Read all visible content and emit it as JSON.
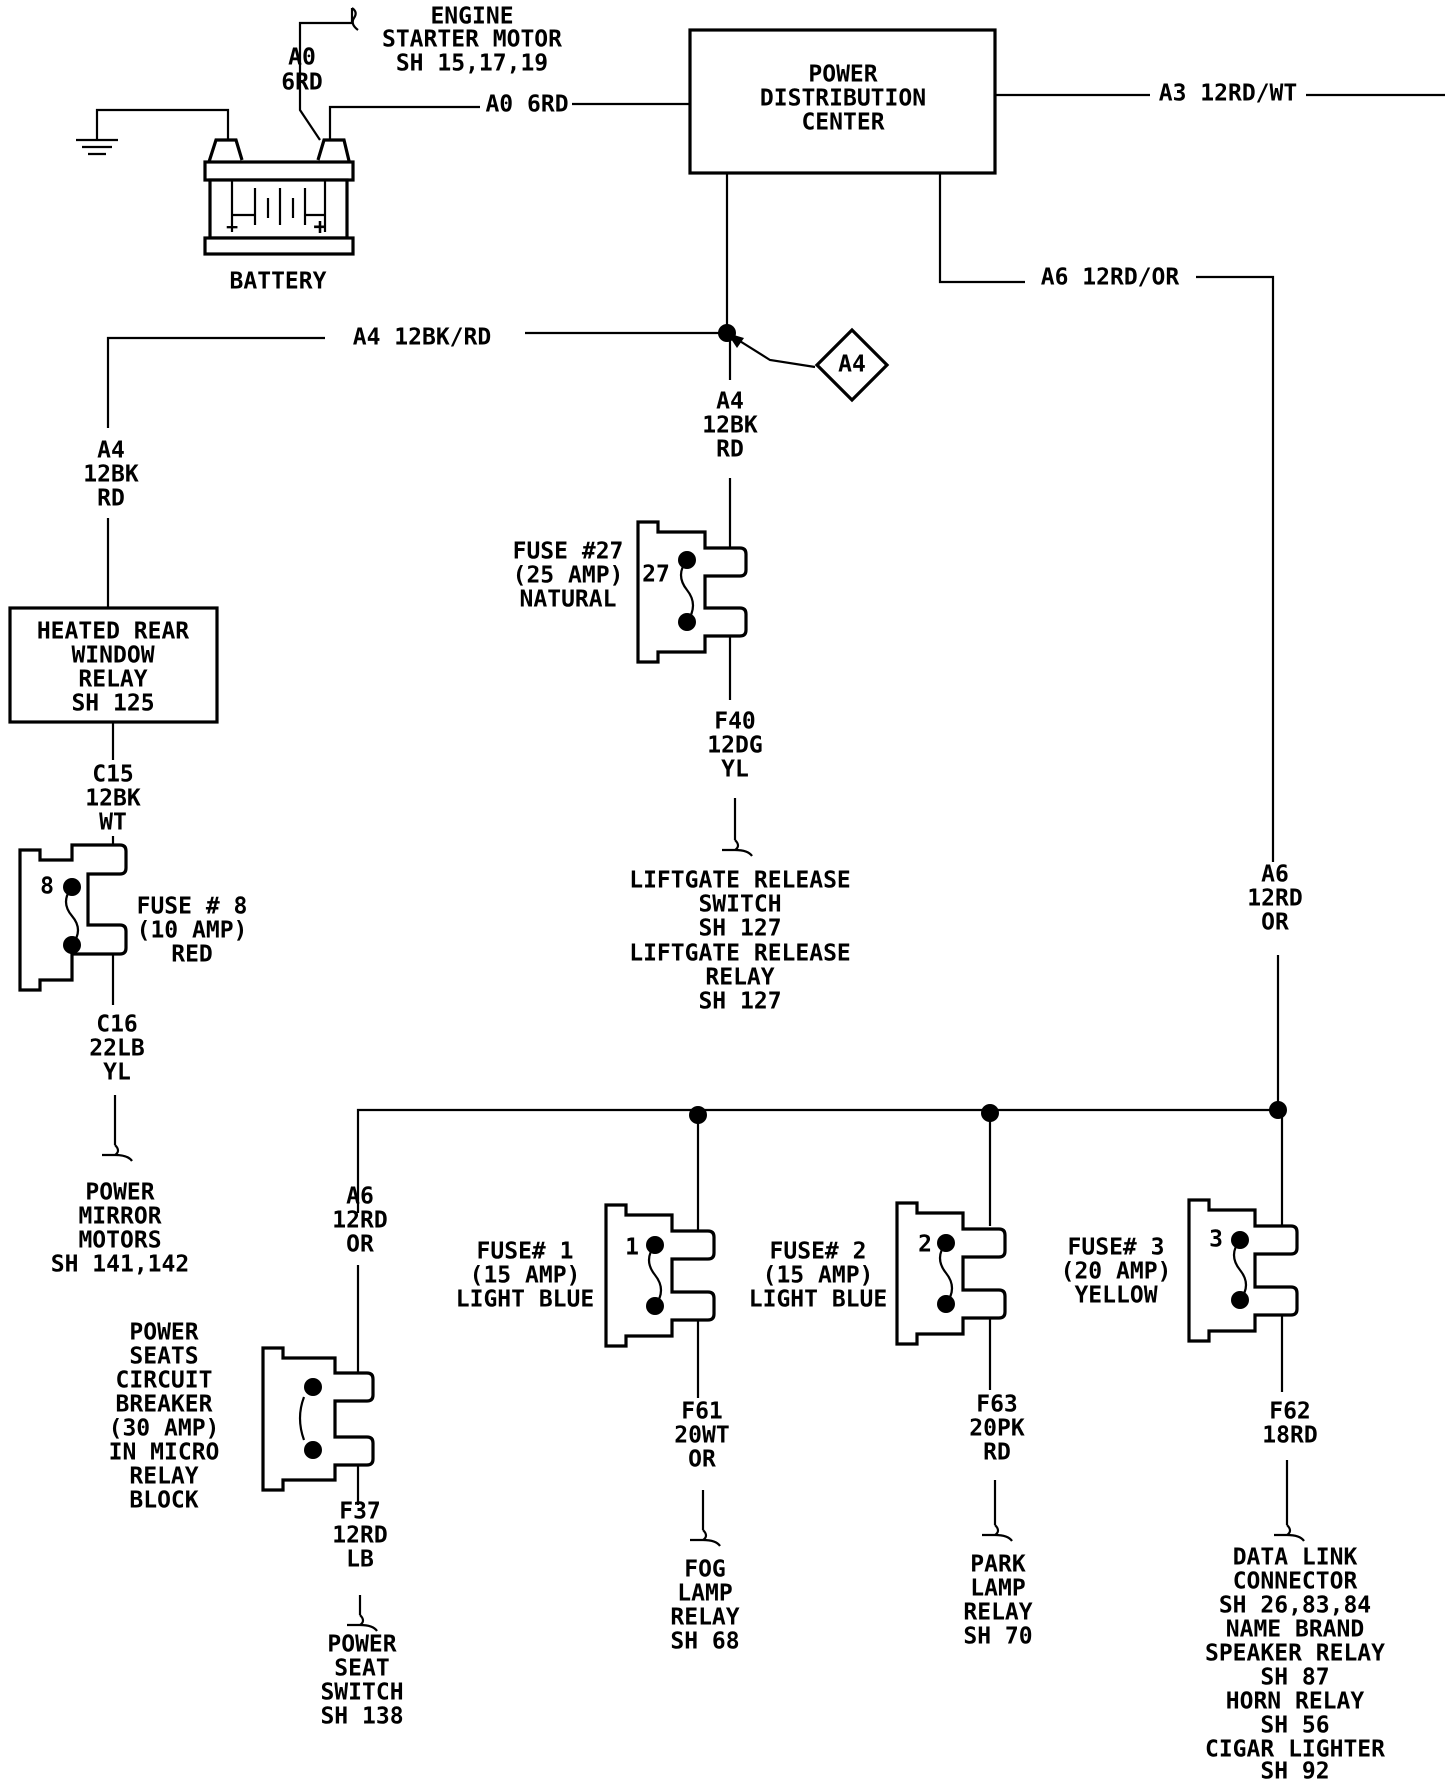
{
  "battery": {
    "label": "BATTERY",
    "minus": "−",
    "plus": "+"
  },
  "starter": {
    "lines": [
      "ENGINE",
      "STARTER MOTOR",
      "SH 15,17,19"
    ]
  },
  "wire_a0": {
    "lines": [
      "A0",
      "6RD"
    ],
    "inline": "A0 6RD"
  },
  "pdc": {
    "lines": [
      "POWER",
      "DISTRIBUTION",
      "CENTER"
    ]
  },
  "wire_a3": "A3 12RD/WT",
  "wire_a6_top": "A6 12RD/OR",
  "wire_a4_left": "A4 12BK/RD",
  "splice_a4": "A4",
  "wire_a4_vert_left": [
    "A4",
    "12BK",
    "RD"
  ],
  "wire_a4_vert_center": [
    "A4",
    "12BK",
    "RD"
  ],
  "heated_relay": {
    "lines": [
      "HEATED REAR",
      "WINDOW",
      "RELAY",
      "SH 125"
    ]
  },
  "wire_c15": [
    "C15",
    "12BK",
    "WT"
  ],
  "fuse_8": {
    "num": "8",
    "lines": [
      "FUSE # 8",
      "(10 AMP)",
      "RED"
    ]
  },
  "wire_c16": [
    "C16",
    "22LB",
    "YL"
  ],
  "power_mirror": [
    "POWER",
    "MIRROR",
    "MOTORS",
    "SH 141,142"
  ],
  "fuse_27": {
    "num": "27",
    "lines": [
      "FUSE #27",
      "(25 AMP)",
      "NATURAL"
    ]
  },
  "wire_f40": [
    "F40",
    "12DG",
    "YL"
  ],
  "liftgate": [
    "LIFTGATE RELEASE",
    "SWITCH",
    "SH 127",
    "LIFTGATE RELEASE",
    "RELAY",
    "SH 127"
  ],
  "wire_a6_vert_right": [
    "A6",
    "12RD",
    "OR"
  ],
  "wire_a6_vert_left": [
    "A6",
    "12RD",
    "OR"
  ],
  "power_seats_cb": [
    "POWER",
    "SEATS",
    "CIRCUIT",
    "BREAKER",
    "(30 AMP)",
    "IN MICRO",
    "RELAY",
    "BLOCK"
  ],
  "wire_f37": [
    "F37",
    "12RD",
    "LB"
  ],
  "power_seat_switch": [
    "POWER",
    "SEAT",
    "SWITCH",
    "SH 138"
  ],
  "fuse_1": {
    "num": "1",
    "lines": [
      "FUSE# 1",
      "(15 AMP)",
      "LIGHT BLUE"
    ]
  },
  "wire_f61": [
    "F61",
    "20WT",
    "OR"
  ],
  "fog_lamp": [
    "FOG",
    "LAMP",
    "RELAY",
    "SH 68"
  ],
  "fuse_2": {
    "num": "2",
    "lines": [
      "FUSE# 2",
      "(15 AMP)",
      "LIGHT BLUE"
    ]
  },
  "wire_f63": [
    "F63",
    "20PK",
    "RD"
  ],
  "park_lamp": [
    "PARK",
    "LAMP",
    "RELAY",
    "SH 70"
  ],
  "fuse_3": {
    "num": "3",
    "lines": [
      "FUSE# 3",
      "(20 AMP)",
      "YELLOW"
    ]
  },
  "wire_f62": [
    "F62",
    "18RD"
  ],
  "data_link": [
    "DATA LINK",
    "CONNECTOR",
    "SH 26,83,84",
    "NAME BRAND",
    "SPEAKER RELAY",
    "SH 87",
    "HORN RELAY",
    "SH 56",
    "CIGAR LIGHTER",
    "SH 92"
  ]
}
